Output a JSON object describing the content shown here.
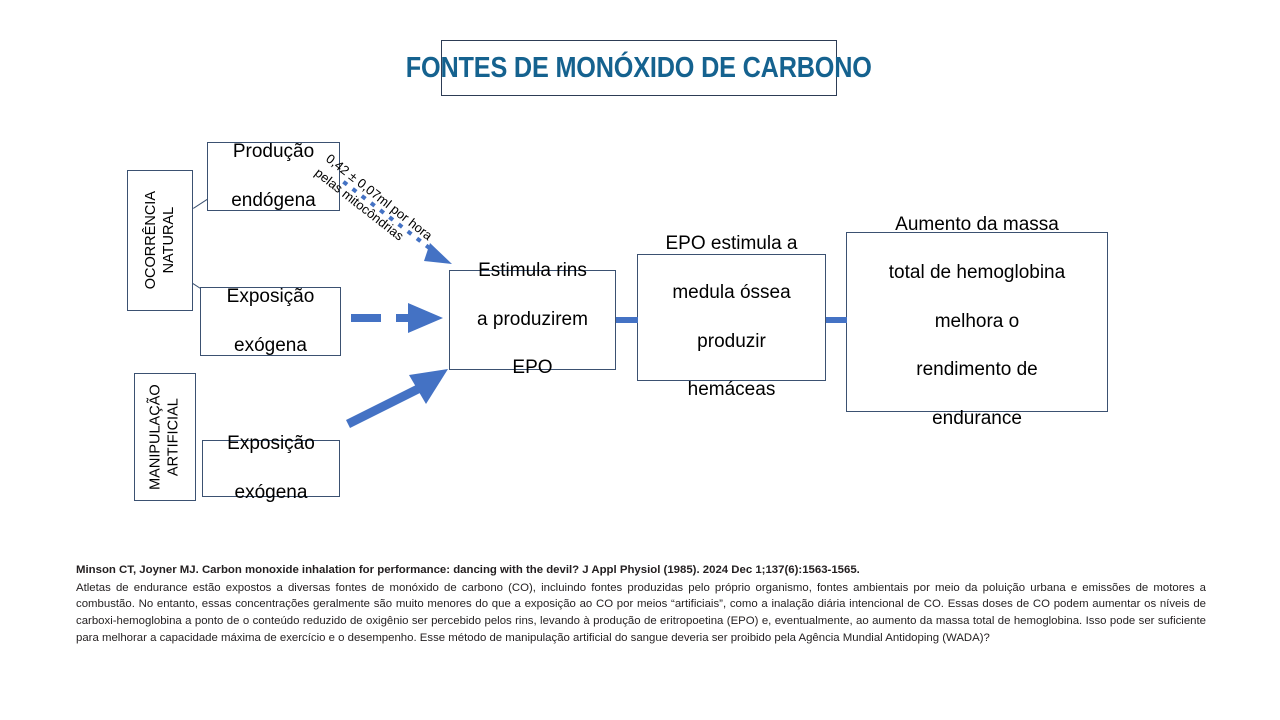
{
  "title": {
    "text": "FONTES DE MONÓXIDO DE CARBONO",
    "color": "#15628f"
  },
  "diagram": {
    "categories": [
      {
        "id": "ocorrencia",
        "label": "OCORRÊNCIA\nNATURAL",
        "line1": "OCORRÊNCIA",
        "line2": "NATURAL"
      },
      {
        "id": "manipulacao",
        "label": "MANIPULAÇÃO\nARTIFICIAL",
        "line1": "MANIPULAÇÃO",
        "line2": "ARTIFICIAL"
      }
    ],
    "boxes": [
      {
        "id": "producao",
        "line1": "Produção",
        "line2": "endógena"
      },
      {
        "id": "exposicao_natural",
        "line1": "Exposição",
        "line2": "exógena"
      },
      {
        "id": "exposicao_artificial",
        "line1": "Exposição",
        "line2": "exógena"
      },
      {
        "id": "estimula",
        "line1": "Estimula rins",
        "line2": "a produzirem",
        "line3": "EPO"
      },
      {
        "id": "epo",
        "line1": "EPO estimula a",
        "line2": "medula óssea",
        "line3": "produzir",
        "line4": "hemáceas"
      },
      {
        "id": "aumento",
        "line1": "Aumento da massa",
        "line2": "total de hemoglobina",
        "line3": "melhora o",
        "line4": "rendimento de",
        "line5": "endurance"
      }
    ],
    "annotation": {
      "line1": "0,42 ± 0,07ml por hora",
      "line2": "pelas mitocôndrias"
    },
    "accent_color": "#4472c4",
    "border_color": "#3b5171"
  },
  "footer": {
    "citation": "Minson CT, Joyner MJ. Carbon monoxide inhalation for performance: dancing with the devil? J Appl Physiol (1985). 2024 Dec 1;137(6):1563-1565.",
    "paragraph": "Atletas de endurance estão expostos a diversas fontes de monóxido de carbono (CO), incluindo fontes produzidas pelo próprio organismo, fontes ambientais por meio da poluição urbana e emissões de motores a combustão. No entanto, essas concentrações geralmente são muito menores do que a exposição ao CO por meios “artificiais”, como a inalação diária intencional de CO. Essas doses de CO podem aumentar os níveis de carboxi-hemoglobina a ponto de o conteúdo reduzido de oxigênio ser percebido pelos rins, levando à produção de eritropoetina (EPO) e, eventualmente, ao aumento da massa total de hemoglobina. Isso pode ser suficiente para melhorar a capacidade máxima de exercício e o desempenho. Esse método de manipulação artificial do sangue deveria ser proibido pela Agência Mundial Antidoping (WADA)?"
  }
}
